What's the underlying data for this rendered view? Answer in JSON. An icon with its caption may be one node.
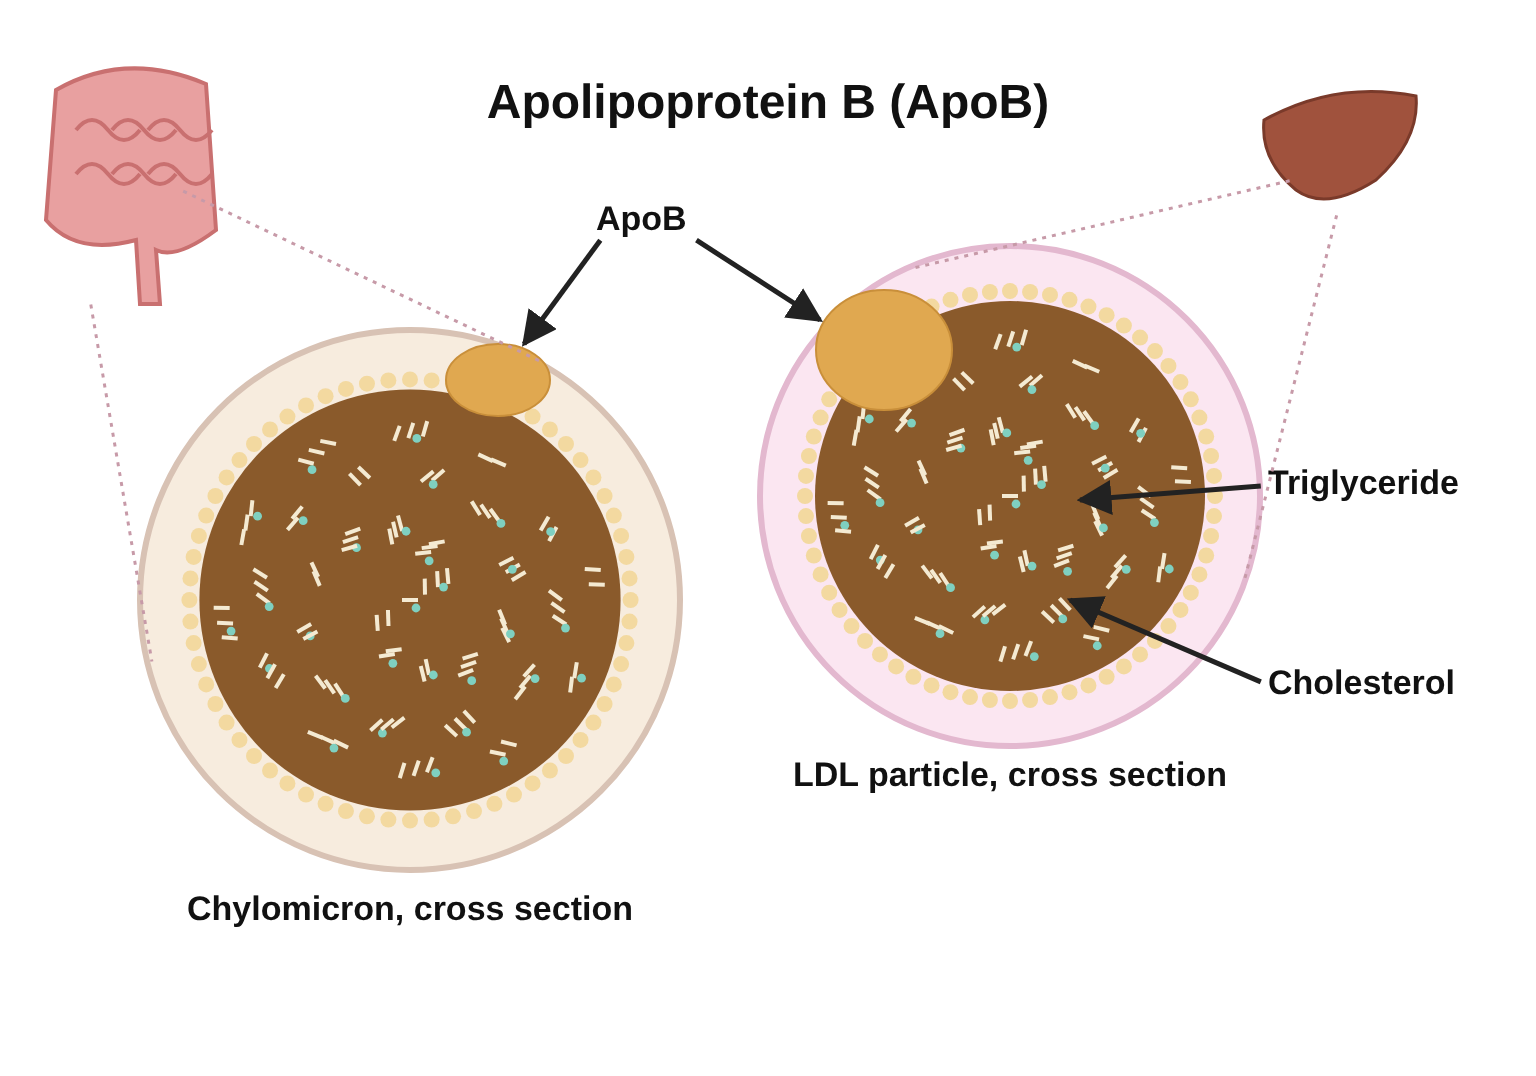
{
  "diagram": {
    "title": "Apolipoprotein B (ApoB)",
    "nodes": [
      {
        "text": [],
        "shape": "picture"
      },
      {
        "text": [
          "Chylomicron, cross section"
        ]
      },
      {
        "text": [],
        "shape": "picture",
        "in": 1
      },
      {
        "text": [],
        "shape": "picture"
      },
      {
        "text": [
          "LDL particle, cross section"
        ]
      },
      {
        "text": [],
        "shape": "picture",
        "in": 4
      },
      {
        "text": [
          "ApoB"
        ]
      },
      {
        "text": [
          "Triglyceride"
        ]
      },
      {
        "text": [
          "Cholesterol"
        ]
      }
    ],
    "edges": [
      {
        "from": 6,
        "to": 2,
        "arrow": "to"
      },
      {
        "from": 6,
        "to": 5,
        "arrow": "to"
      },
      {
        "from": 7,
        "to": null,
        "arrow": "to"
      },
      {
        "from": 8,
        "to": null,
        "arrow": "to"
      },
      {
        "from": 0,
        "to": 1,
        "arrow": "none",
        "style": "dashed",
        "color": "#c79aa8"
      },
      {
        "from": 0,
        "to": 1,
        "arrow": "none",
        "style": "dashed",
        "color": "#c79aa8"
      },
      {
        "from": 3,
        "to": 4,
        "arrow": "none",
        "style": "dashed",
        "color": "#c79aa8"
      },
      {
        "from": 3,
        "to": 4,
        "arrow": "none",
        "style": "dashed",
        "color": "#c79aa8"
      }
    ]
  }
}
